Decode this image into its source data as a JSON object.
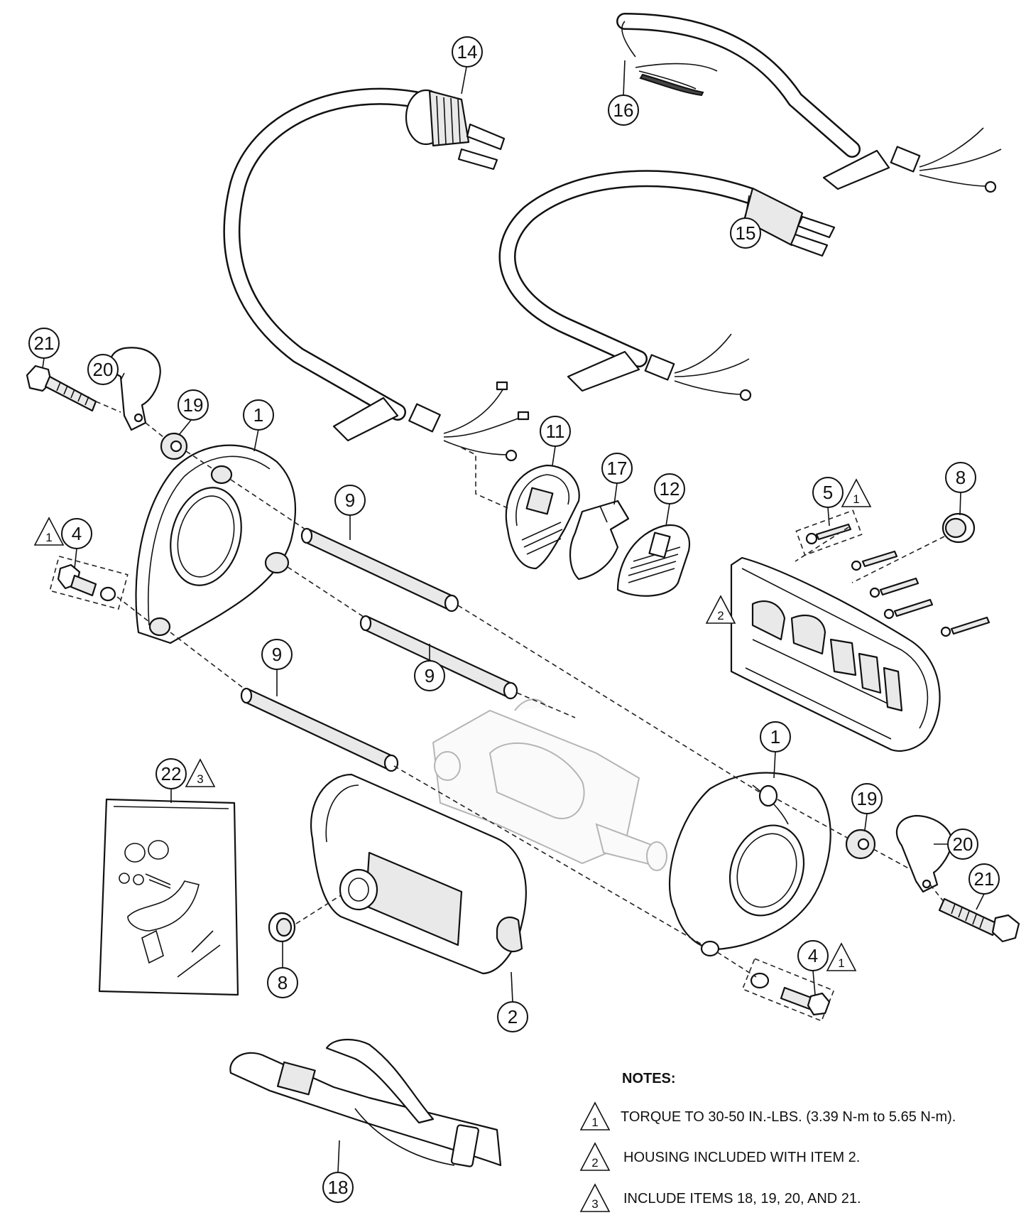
{
  "callouts": {
    "c14": "14",
    "c16": "16",
    "c15": "15",
    "c21a": "21",
    "c20a": "20",
    "c19a": "19",
    "c1a": "1",
    "c9a": "9",
    "c11": "11",
    "c17": "17",
    "c12": "12",
    "c5": "5",
    "c8a": "8",
    "c4a": "4",
    "c9b": "9",
    "c9c": "9",
    "c1b": "1",
    "c19b": "19",
    "c20b": "20",
    "c21b": "21",
    "c22": "22",
    "c8b": "8",
    "c2": "2",
    "c4b": "4",
    "c18": "18"
  },
  "triangles": {
    "t5": "1",
    "t4a": "1",
    "t2": "2",
    "t22": "3",
    "t4b": "1"
  },
  "notes": {
    "title": "NOTES:",
    "items": [
      {
        "mark": "1",
        "text": "TORQUE TO 30-50 IN.-LBS. (3.39 N-m to 5.65 N-m)."
      },
      {
        "mark": "2",
        "text": "HOUSING INCLUDED WITH ITEM 2."
      },
      {
        "mark": "3",
        "text": "INCLUDE ITEMS 18, 19, 20, AND 21."
      }
    ]
  }
}
